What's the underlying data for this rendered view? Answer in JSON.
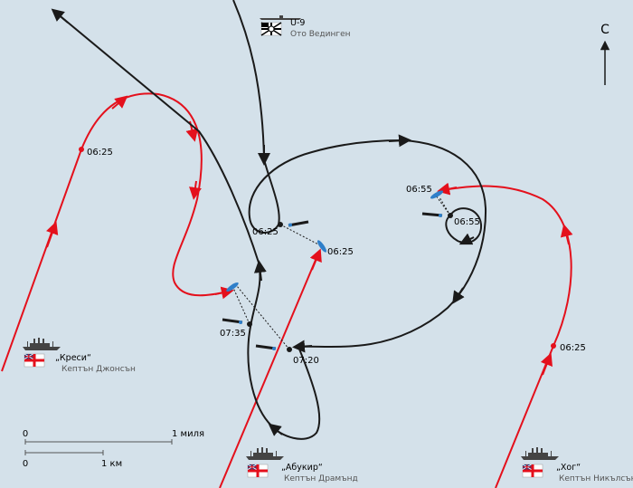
{
  "north_label": "С",
  "colors": {
    "sea": "#d4e1ea",
    "british": "#e4101c",
    "uboat": "#1a1a1a",
    "torpedo": "#2f7fc9"
  },
  "uboat": {
    "name": "U-9",
    "captain": "Ото Вединген"
  },
  "ships": {
    "kresi": {
      "name": "„Креси“",
      "captain": "Кептън Джонсън"
    },
    "abukir": {
      "name": "„Абукир“",
      "captain": "Кептън Драмънд"
    },
    "hog": {
      "name": "„Хог“",
      "captain": "Кептън Никълсън"
    }
  },
  "times": {
    "kresi_track": "06:25",
    "uboat_first": "06:25",
    "abukir_hit": "06:25",
    "hog_attack_1": "06:55",
    "hog_attack_2": "06:55",
    "hog_track": "06:25",
    "kresi_attack": "07:35",
    "last_attack": "07:20"
  },
  "scale": {
    "zero_top": "0",
    "mile_label": "1 миля",
    "zero_bottom": "0",
    "km_label": "1 км"
  }
}
